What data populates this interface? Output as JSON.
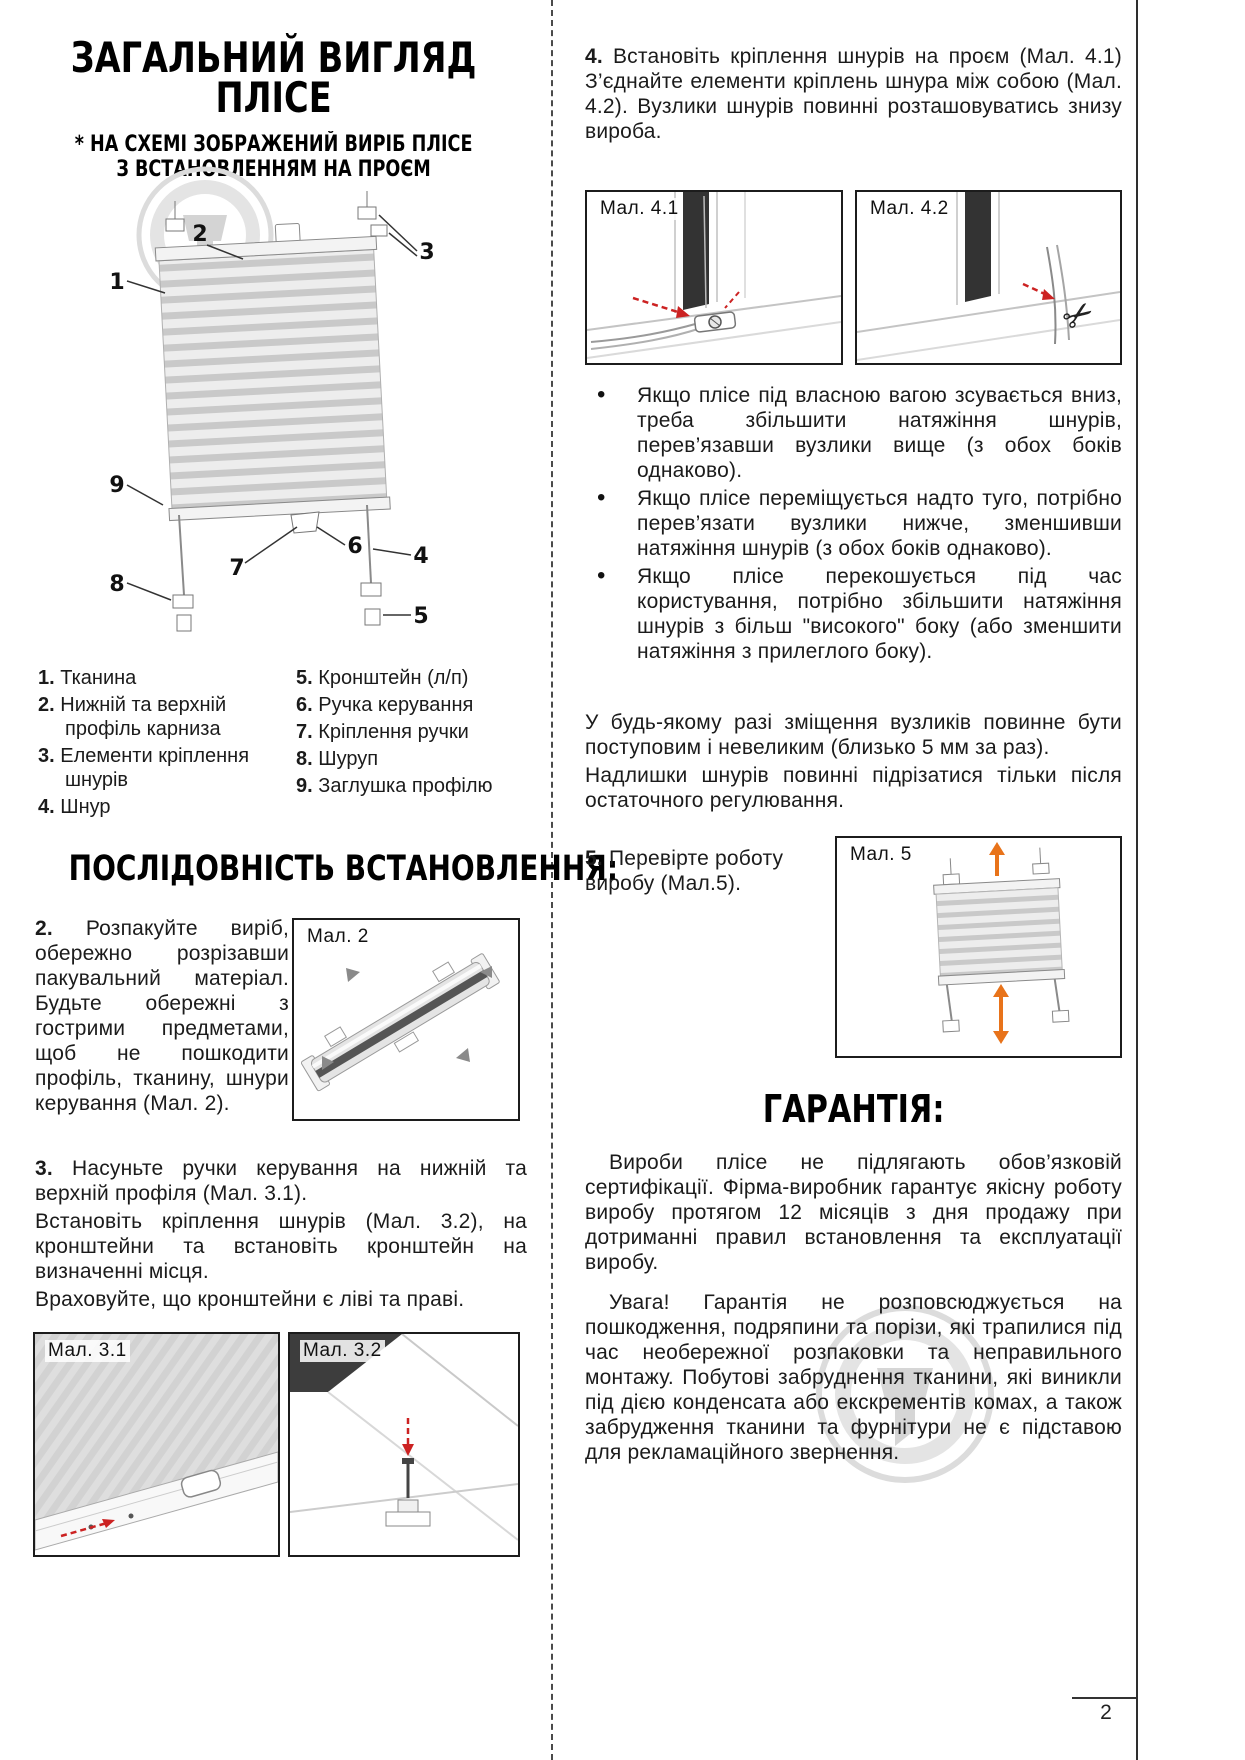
{
  "page": {
    "number": "2"
  },
  "figures": {
    "fig2": "Мал. 2",
    "fig31": "Мал. 3.1",
    "fig32": "Мал. 3.2",
    "fig41": "Мал. 4.1",
    "fig42": "Мал. 4.2",
    "fig5": "Мал. 5"
  },
  "diagram": {
    "callouts": [
      "1",
      "2",
      "3",
      "4",
      "5",
      "6",
      "7",
      "8",
      "9"
    ]
  },
  "colors": {
    "accent_red": "#cc2222",
    "accent_orange": "#e8731a",
    "watermark_gray": "#d6d6d6"
  },
  "left": {
    "title_line1": "ЗАГАЛЬНИЙ ВИГЛЯД",
    "title_line2": "ПЛІСЕ",
    "subtitle_line1": "* НА СХЕМІ ЗОБРАЖЕНИЙ ВИРІБ ПЛІСЕ",
    "subtitle_line2": "З ВСТАНОВЛЕННЯМ НА ПРОЄМ",
    "legend_col1": [
      {
        "num": "1.",
        "text": "Тканина"
      },
      {
        "num": "2.",
        "text": "Нижній та верхній профіль карниза"
      },
      {
        "num": "3.",
        "text": "Елементи кріплення шнурів"
      },
      {
        "num": "4.",
        "text": "Шнур"
      }
    ],
    "legend_col2": [
      {
        "num": "5.",
        "text": "Кронштейн (л/п)"
      },
      {
        "num": "6.",
        "text": "Ручка керування"
      },
      {
        "num": "7.",
        "text": "Кріплення ручки"
      },
      {
        "num": "8.",
        "text": "Шуруп"
      },
      {
        "num": "9.",
        "text": "Заглушка профілю"
      }
    ],
    "section_title": "ПОСЛІДОВНІСТЬ ВСТАНОВЛЕННЯ:",
    "step2": {
      "num": "2.",
      "text": "Розпакуйте виріб, обережно розрізавши пакувальний матеріал. Будьте обережні з гострими предметами, щоб не пошкодити профіль, тканину, шнури керування (Мал. 2)."
    },
    "step3": {
      "num": "3.",
      "line1": "Насуньте ручки керування на нижній та верхній профіля (Мал. 3.1).",
      "line2": "Встановіть кріплення шнурів (Мал. 3.2), на кронштейни та встановіть кронштейн на визначенні місця.",
      "line3": "Враховуйте, що кронштейни є ліві та праві."
    }
  },
  "right": {
    "step4": {
      "num": "4.",
      "text": "Встановіть кріплення шнурів на проєм (Мал. 4.1) З’єднайте елементи кріплень шнура між собою (Мал. 4.2). Вузлики шнурів повинні розташовуватись знизу вироба."
    },
    "bullets": [
      "Якщо плісе під власною вагою зсувається вниз, треба збільшити натяжіння шнурів, перев’язавши вузлики вище (з обох боків однаково).",
      "Якщо плісе переміщується надто туго, потрібно перев’язати вузлики нижче, зменшивши натяжіння шнурів (з обох боків однаково).",
      "Якщо плісе перекошується під час користування, потрібно збільшити натяжіння шнурів з більш \"високого\" боку (або зменшити натяжіння з прилеглого боку)."
    ],
    "note1": "У будь-якому разі зміщення вузликів повинне бути поступовим і невеликим (близько 5 мм за раз).",
    "note2": "Надлишки шнурів повинні підрізатися тільки після остаточного регулювання.",
    "step5": {
      "num": "5.",
      "text": "Перевірте роботу виробу (Мал.5)."
    },
    "warranty_title": "ГАРАНТІЯ:",
    "warranty_p1": "Вироби плісе не підлягають обов’язковій сертифікації. Фірма-виробник гарантує якісну роботу виробу протягом 12 місяців з дня продажу при дотриманні правил встановлення та експлуатації виробу.",
    "warranty_p2": "Увага! Гарантія не розповсюджується на пошкодження, подряпини та порізи, які трапилися під час необережної розпаковки та неправильного монтажу. Побутові забруднення тканини, які виникли під дією конденсата або екскрементів комах, а також забрудження тканини та фурнітури не є підставою для рекламаційного звернення."
  }
}
